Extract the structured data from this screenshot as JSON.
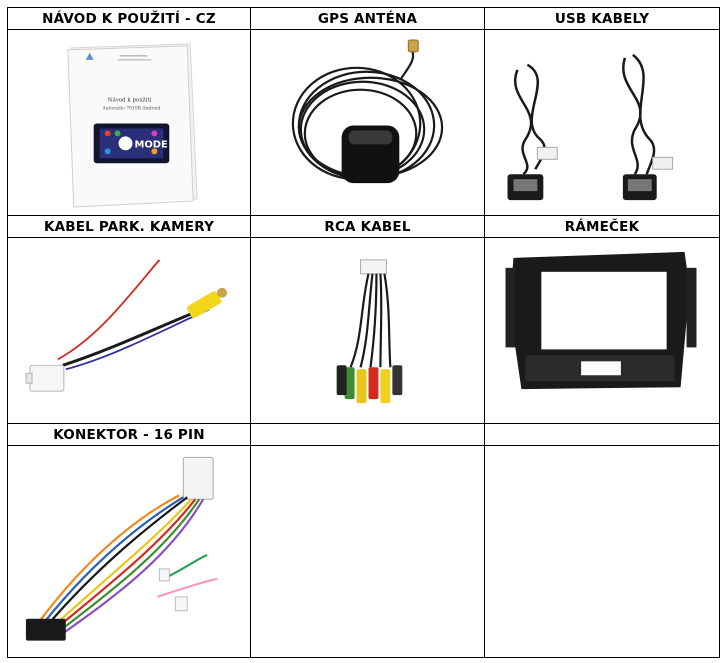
{
  "headers": [
    "NÁVOD K POUŽITÍ - CZ",
    "GPS ANTÉNA",
    "USB KABELY",
    "KABEL PARK. KAMERY",
    "RCA KABEL",
    "RÁMEČEK",
    "KONEKTOR - 16 PIN",
    "",
    ""
  ],
  "manual": {
    "title": "Návod k použití",
    "subtitle": "Autorádio 7010B Android",
    "logo_text": "MODE"
  }
}
